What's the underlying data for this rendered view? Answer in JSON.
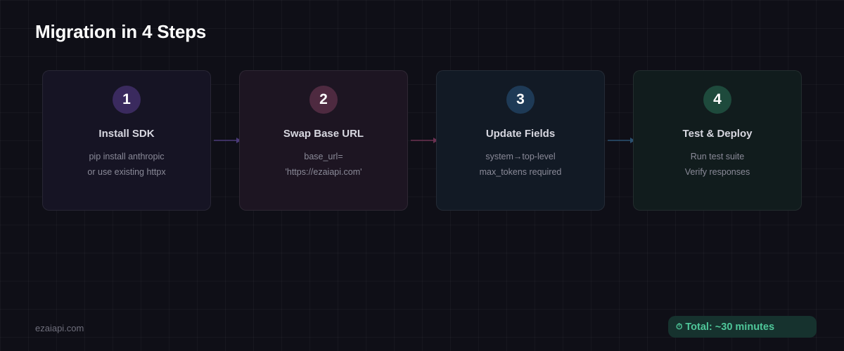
{
  "title": "Migration in 4 Steps",
  "steps": [
    {
      "number": "1",
      "title": "Install SDK",
      "lines": [
        "pip install anthropic",
        "or use existing httpx"
      ]
    },
    {
      "number": "2",
      "title": "Swap Base URL",
      "lines": [
        "base_url=",
        "'https://ezaiapi.com'"
      ]
    },
    {
      "number": "3",
      "title": "Update Fields",
      "lines": [
        "system→top-level",
        "max_tokens required"
      ]
    },
    {
      "number": "4",
      "title": "Test & Deploy",
      "lines": [
        "Run test suite",
        "Verify responses"
      ]
    }
  ],
  "footer": {
    "site": "ezaiapi.com",
    "total_icon": "clock-icon",
    "total_label": "Total: ~30 minutes"
  },
  "colors": {
    "background": "#0f0f17",
    "step1_badge": "#3a2a5e",
    "step2_badge": "#4e2a40",
    "step3_badge": "#1e3a56",
    "step4_badge": "#1e4a3c",
    "total_text": "#4fc79a"
  }
}
